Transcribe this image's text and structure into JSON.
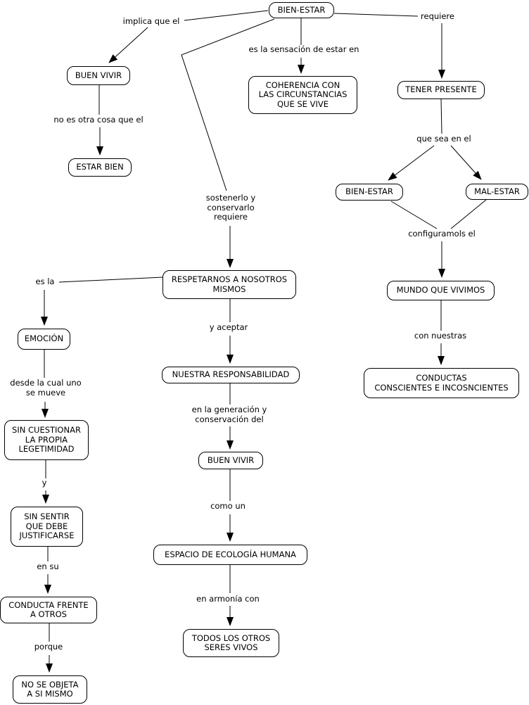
{
  "nodes": {
    "bien_estar_top": "BIEN-ESTAR",
    "buen_vivir_left": "BUEN VIVIR",
    "estar_bien": "ESTAR BIEN",
    "coherencia": "COHERENCIA CON\nLAS CIRCUNSTANCIAS\nQUE SE VIVE",
    "tener_presente": "TENER PRESENTE",
    "bien_estar_right": "BIEN-ESTAR",
    "mal_estar": "MAL-ESTAR",
    "mundo_que_vivimos": "MUNDO QUE VIVIMOS",
    "conductas": "CONDUCTAS\nCONSCIENTES E INCOSNCIENTES",
    "respetarnos": "RESPETARNOS A NOSOTROS\nMISMOS",
    "nuestra_responsabilidad": "NUESTRA RESPONSABILIDAD",
    "buen_vivir_mid": "BUEN VIVIR",
    "espacio_ecologia": "ESPACIO DE ECOLOGÍA HUMANA",
    "todos_seres_vivos": "TODOS LOS OTROS\nSERES VIVOS",
    "emocion": "EMOCIÓN",
    "sin_cuestionar": "SIN CUESTIONAR\nLA PROPIA\nLEGETIMIDAD",
    "sin_sentir": "SIN SENTIR\nQUE DEBE\nJUSTIFICARSE",
    "conducta_frente": "CONDUCTA FRENTE\nA OTROS",
    "no_se_objeta": "NO SE OBJETA\nA SI MISMO"
  },
  "links": {
    "implica_que_el": "implica que el",
    "es_la_sensacion": "es la sensación de estar en",
    "requiere": "requiere",
    "que_sea_en_el": "que sea en el",
    "configuramols_el": "configuramols el",
    "con_nuestras": "con nuestras",
    "sostenerlo": "sostenerlo y\nconservarlo\nrequiere",
    "no_es_otra_cosa": "no es otra cosa que el",
    "es_la": "es la",
    "y_aceptar": "y aceptar",
    "en_la_generacion": "en la generación y\nconservación del",
    "como_un": "como un",
    "en_armonia_con": "en armonía con",
    "desde_la_cual": "desde la cual uno\nse mueve",
    "y": "y",
    "en_su": "en su",
    "porque": "porque"
  },
  "colors": {
    "line": "#000000",
    "node_border": "#000000",
    "node_fill": "#ffffff",
    "text": "#000000",
    "background": "#ffffff"
  }
}
